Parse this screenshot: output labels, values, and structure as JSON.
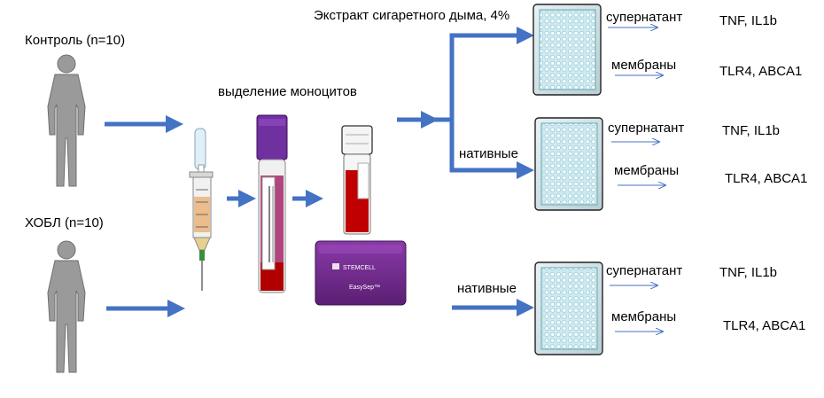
{
  "groups": {
    "control": "Контроль (n=10)",
    "copd": "ХОБЛ (n=10)"
  },
  "steps": {
    "isolation": "выделение моноцитов"
  },
  "treatments": {
    "smoke": "Экстракт сигаретного дыма, 4%",
    "native_top": "нативные",
    "native_bottom": "нативные"
  },
  "fractions": [
    {
      "supernatant": "супернатант",
      "membranes": "мембраны",
      "supernatant_markers": "TNF, IL1b",
      "membrane_markers": "TLR4, ABCA1"
    },
    {
      "supernatant": "супернатант",
      "membranes": "мембраны",
      "supernatant_markers": "TNF, IL1b",
      "membrane_markers": "TLR4, ABCA1"
    },
    {
      "supernatant": "супернатант",
      "membranes": "мембраны",
      "supernatant_markers": "TNF, IL1b",
      "membrane_markers": "TLR4, ABCA1"
    }
  ],
  "device": {
    "brand": "STEMCELL",
    "product": "EasySep"
  },
  "colors": {
    "arrow": "#4472c4",
    "person": "#9a9a9a",
    "tube_cap": "#7030a0",
    "blood": "#c00000",
    "device": "#6a2a86",
    "plate_well": "#9fd4e0"
  }
}
